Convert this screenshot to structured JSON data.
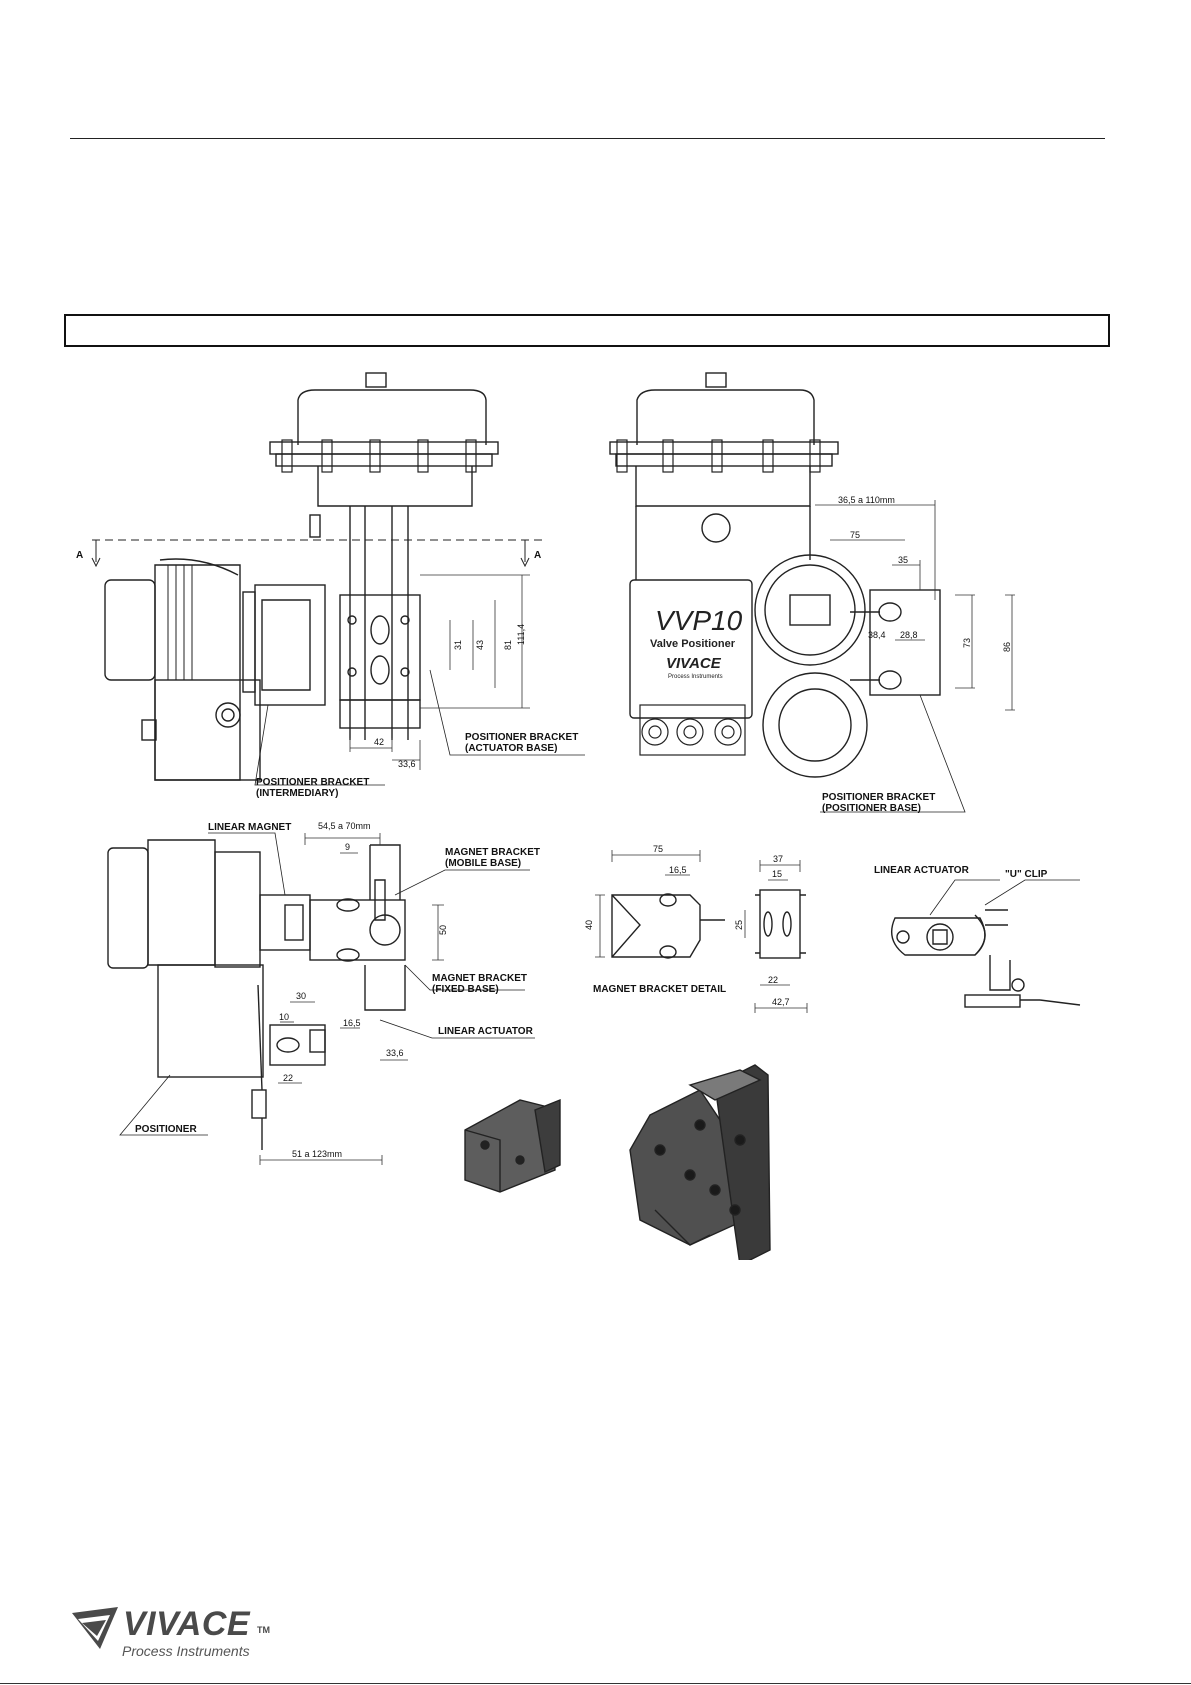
{
  "drawing": {
    "labels": {
      "positioner_bracket_actuator": [
        "POSITIONER BRACKET",
        "(ACTUATOR BASE)"
      ],
      "positioner_bracket_intermediary": [
        "POSITIONER BRACKET",
        "(INTERMEDIARY)"
      ],
      "positioner_bracket_positioner": [
        "POSITIONER BRACKET",
        "(POSITIONER BASE)"
      ],
      "linear_magnet": "LINEAR MAGNET",
      "magnet_bracket_mobile": [
        "MAGNET BRACKET",
        "(MOBILE BASE)"
      ],
      "magnet_bracket_fixed": [
        "MAGNET BRACKET",
        "(FIXED BASE)"
      ],
      "linear_actuator": "LINEAR ACTUATOR",
      "linear_actuator_2": "LINEAR ACTUATOR",
      "positioner": "POSITIONER",
      "magnet_bracket_detail": "MAGNET BRACKET DETAIL",
      "u_clip": "\"U\" CLIP",
      "section_a_left": "A",
      "section_a_right": "A"
    },
    "device": {
      "model": "VVP10",
      "subtitle": "Valve Positioner",
      "brand": "VIVACE",
      "brand_sub": "Process Instruments"
    },
    "dimensions": {
      "d_36_5_110": "36,5 a 110mm",
      "d_75_top": "75",
      "d_35": "35",
      "d_38_4": "38,4",
      "d_28_8": "28,8",
      "d_73": "73",
      "d_86": "86",
      "d_111_4": "111,4",
      "d_81": "81",
      "d_43": "43",
      "d_31": "31",
      "d_42": "42",
      "d_33_6_top": "33,6",
      "d_54_5_70": "54,5 a 70mm",
      "d_9": "9",
      "d_50": "50",
      "d_30": "30",
      "d_10": "10",
      "d_16_5_left": "16,5",
      "d_22_left": "22",
      "d_33_6_bottom": "33,6",
      "d_51_123": "51 a 123mm",
      "d_75_detail": "75",
      "d_16_5_detail": "16,5",
      "d_40": "40",
      "d_37": "37",
      "d_15": "15",
      "d_25": "25",
      "d_22_detail": "22",
      "d_42_7": "42,7"
    }
  },
  "footer": {
    "logo_word": "VIVACE",
    "logo_tm": "TM",
    "logo_sub": "Process Instruments"
  }
}
